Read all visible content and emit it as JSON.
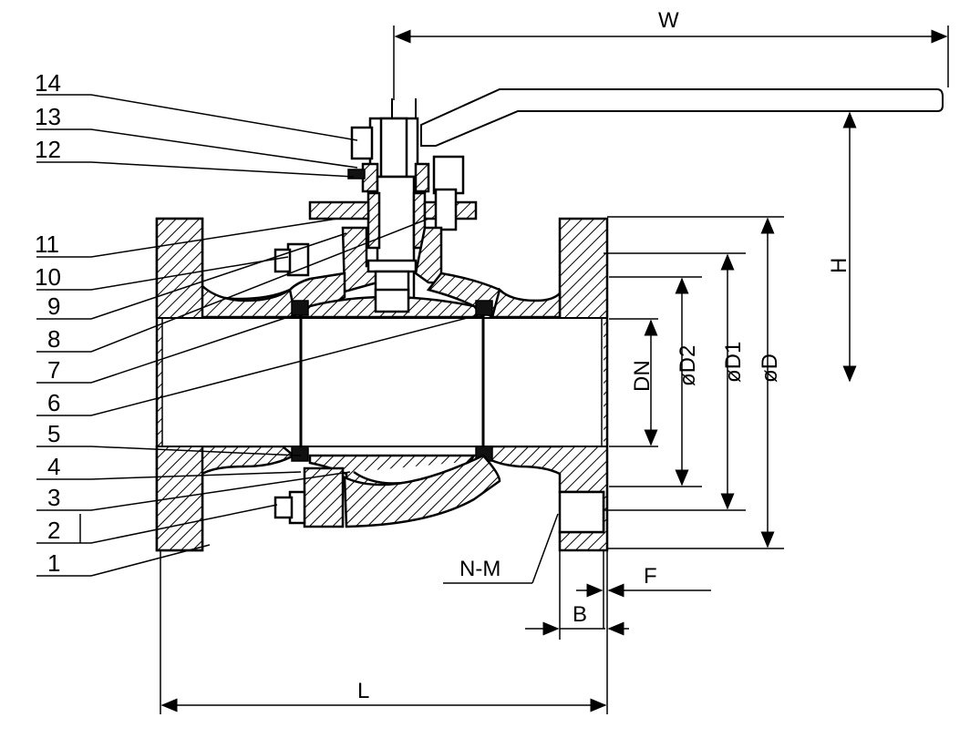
{
  "parts": [
    "14",
    "13",
    "12",
    "11",
    "10",
    "9",
    "8",
    "7",
    "6",
    "5",
    "4",
    "3",
    "2",
    "1"
  ],
  "dimensions": {
    "w": "W",
    "h": "H",
    "dn": "DN",
    "d2": "øD2",
    "d1": "øD1",
    "d": "øD",
    "nm": "N-M",
    "f": "F",
    "b": "B",
    "l": "L"
  }
}
